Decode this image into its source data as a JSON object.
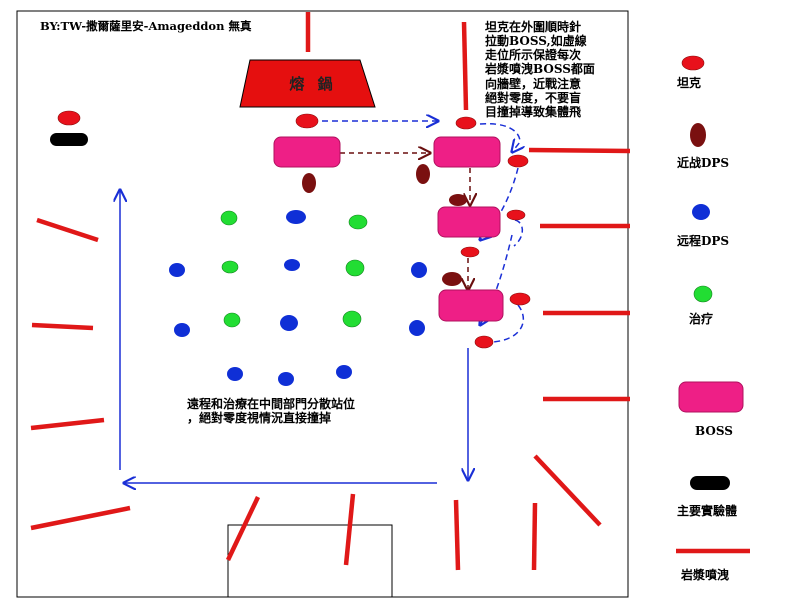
{
  "credit": "BY:TW-撒爾薩里安-Amageddon 無真",
  "boss_area_label": "熔 鍋",
  "tank_note": "坦克在外圍順時針\n拉動BOSS,如虛線\n走位所示保證每次\n岩漿噴洩BOSS都面\n向牆壁，近戰注意\n絕對零度，不要盲\n目撞掉導致集體飛",
  "ranged_note": "遠程和治療在中間部門分散站位\n，絕對零度視情況直接撞掉",
  "legend": {
    "tank": "坦克",
    "melee": "近战DPS",
    "ranged": "远程DPS",
    "healer": "治疗",
    "boss": "BOSS",
    "experiment": "主要實驗體",
    "lava": "岩漿噴洩"
  },
  "colors": {
    "tank": "#e8111b",
    "melee": "#7a1010",
    "ranged": "#0f2fd6",
    "healer": "#22dd33",
    "boss": "#ee1f86",
    "experiment": "#000000",
    "lava": "#e01818",
    "path_tank": "#1a2fd6",
    "path_boss": "#6a0f0f",
    "guide": "#1a2fd6"
  },
  "icons": {
    "tank": "red-ellipse-icon",
    "melee": "dark-red-oval-icon",
    "ranged": "blue-ellipse-icon",
    "healer": "green-ellipse-icon",
    "boss": "pink-rounded-rect-icon",
    "experiment": "black-capsule-icon",
    "lava": "red-line-icon"
  }
}
